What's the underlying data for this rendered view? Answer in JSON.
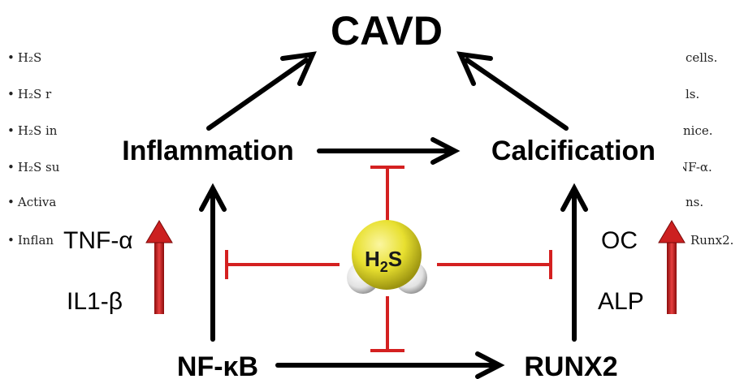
{
  "highlights": {
    "left_fragments": [
      "H₂S",
      "H₂S r",
      "H₂S in",
      "H₂S su",
      "Activa",
      "Inflan"
    ],
    "right_fragments": [
      "cells.",
      "ls.",
      "nice.",
      "NF-α.",
      "ns.",
      "Runx2."
    ]
  },
  "diagram": {
    "title": "CAVD",
    "inflammation": "Inflammation",
    "calcification": "Calcification",
    "nfkb": "NF-κB",
    "runx2": "RUNX2",
    "center_molecule": "H",
    "center_sub": "2",
    "center_tail": "S",
    "left_markers": [
      "TNF-α",
      "IL1-β"
    ],
    "right_markers": [
      "OC",
      "ALP"
    ],
    "colors": {
      "arrow": "#000000",
      "inhibition": "#d42020",
      "up_arrow": "#cc2020",
      "molecule": "#e8e030"
    }
  }
}
